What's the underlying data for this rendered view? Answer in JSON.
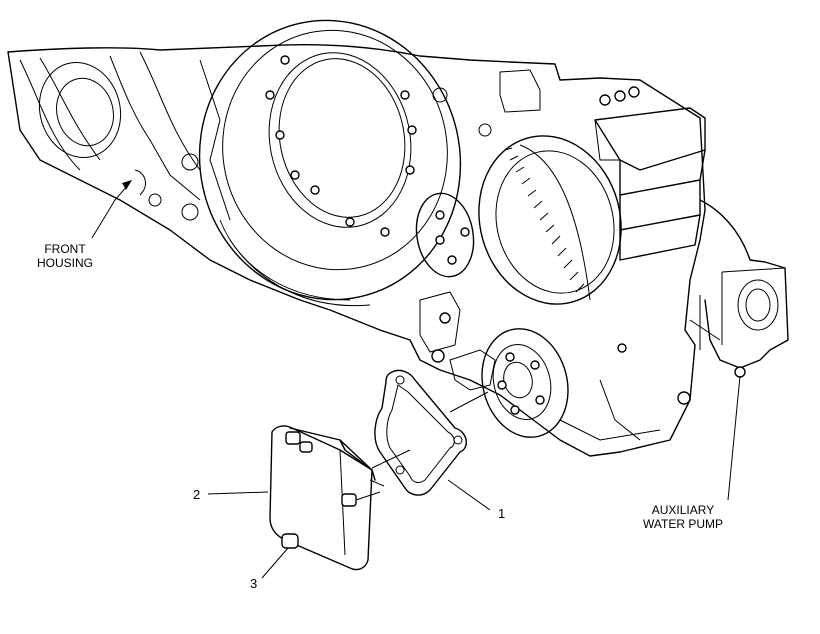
{
  "labels": {
    "front_housing_line1": "FRONT",
    "front_housing_line2": "HOUSING",
    "aux_pump_line1": "AUXILIARY",
    "aux_pump_line2": "WATER PUMP"
  },
  "callouts": {
    "c1": "1",
    "c2": "2",
    "c3": "3"
  }
}
